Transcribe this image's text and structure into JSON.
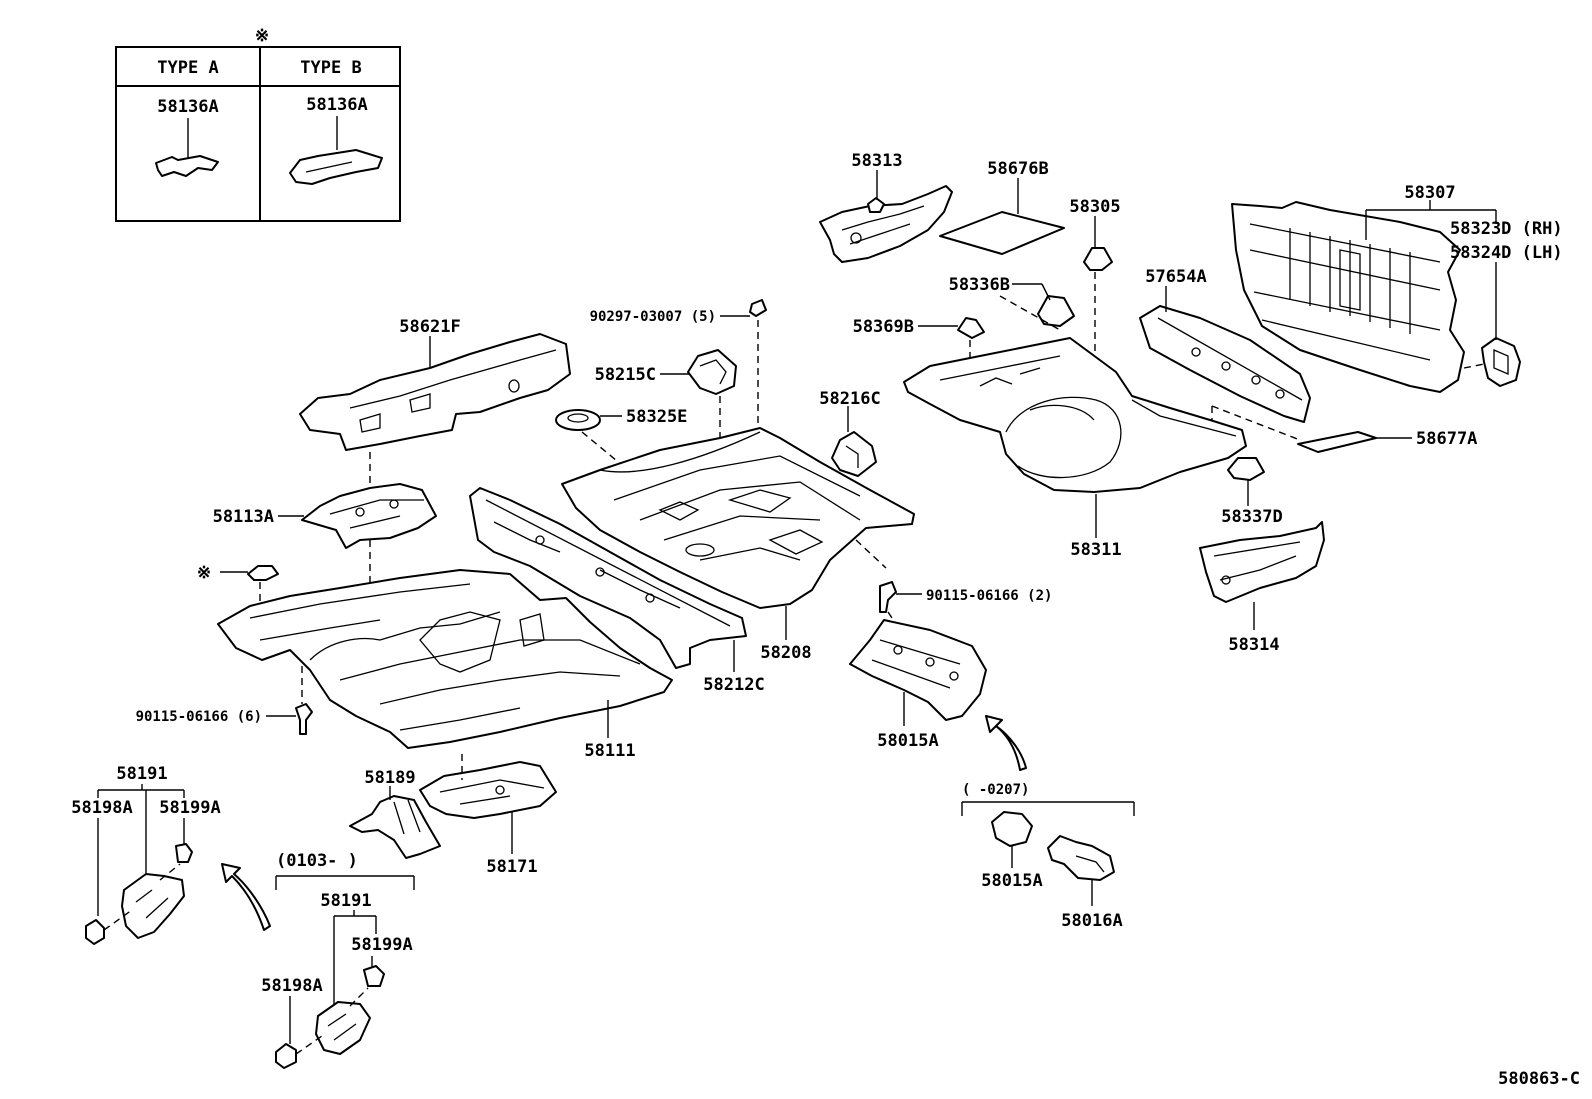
{
  "inset": {
    "mark": "※",
    "type_a_header": "TYPE  A",
    "type_b_header": "TYPE  B",
    "type_a_part": "58136A",
    "type_b_part": "58136A"
  },
  "labels": {
    "p58313": "58313",
    "p58676B": "58676B",
    "p58305": "58305",
    "p58307": "58307",
    "p58323D": "58323D (RH)",
    "p58324D": "58324D (LH)",
    "p58336B": "58336B",
    "p57654A": "57654A",
    "p58369B": "58369B",
    "p58621F": "58621F",
    "p90297": "90297-03007 (5)",
    "p58215C": "58215C",
    "p58325E": "58325E",
    "p58216C": "58216C",
    "p58677A": "58677A",
    "p58113A": "58113A",
    "p58337D": "58337D",
    "p58311": "58311",
    "mark_left": "※",
    "p90115_2": "90115-06166 (2)",
    "p58314": "58314",
    "p58208": "58208",
    "p58212C": "58212C",
    "p90115_6": "90115-06166 (6)",
    "p58015A_main": "58015A",
    "p58111": "58111",
    "p58191_a": "58191",
    "p58189": "58189",
    "p58198A_a": "58198A",
    "p58199A_a": "58199A",
    "date_0207": "(      -0207)",
    "p58171": "58171",
    "date_0103": "(0103-         )",
    "p58015A_sub": "58015A",
    "p58191_b": "58191",
    "p58199A_b": "58199A",
    "p58016A": "58016A",
    "p58198A_b": "58198A",
    "diagram_code": "580863-C"
  }
}
